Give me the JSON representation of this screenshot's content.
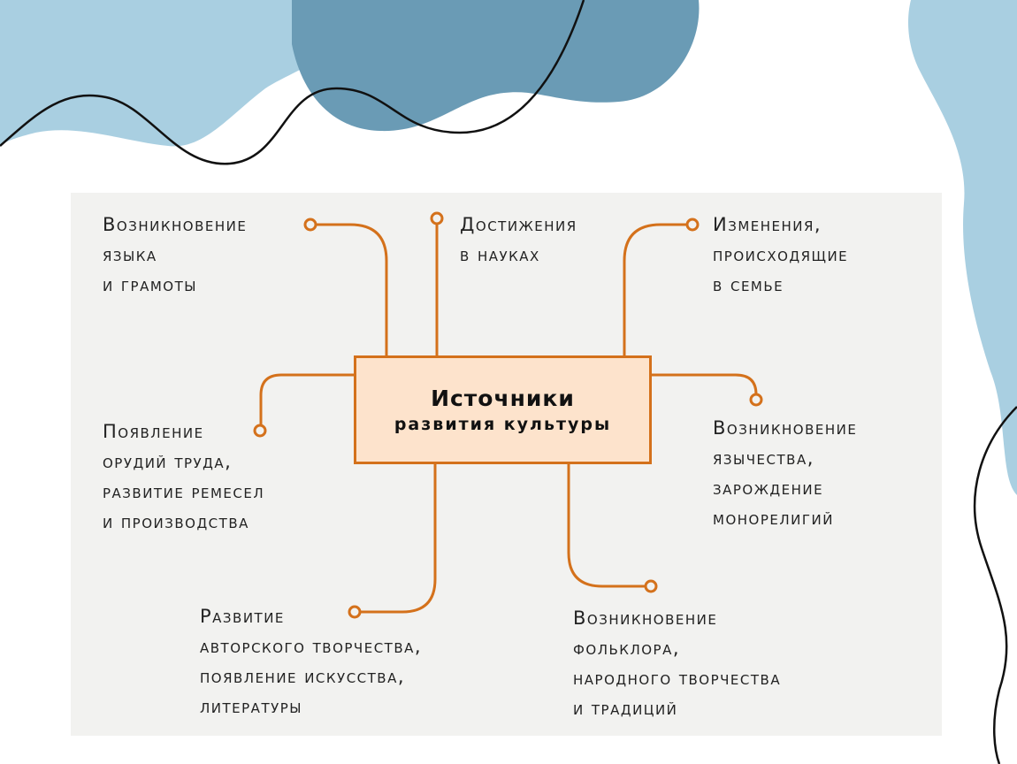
{
  "center": {
    "line1": "Источники",
    "line2": "развития культуры"
  },
  "nodes": [
    {
      "lines": [
        "Возникновение",
        "языка",
        "и грамоты"
      ]
    },
    {
      "lines": [
        "Достижения",
        "в науках"
      ]
    },
    {
      "lines": [
        "Изменения,",
        "происходящие",
        "в семье"
      ]
    },
    {
      "lines": [
        "Появление",
        "орудий труда,",
        "развитие ремесел",
        "и производства"
      ]
    },
    {
      "lines": [
        "Возникновение",
        "язычества,",
        "зарождение",
        "монорелигий"
      ]
    },
    {
      "lines": [
        "Развитие",
        "авторского творчества,",
        "появление искусства,",
        "литературы"
      ]
    },
    {
      "lines": [
        "Возникновение",
        "фольклора,",
        "народного творчества",
        "и традиций"
      ]
    }
  ],
  "colors": {
    "accent": "#d4711b",
    "box_fill": "#fde3cc",
    "light_blue": "#a9cfe1",
    "dark_blue": "#6a9bb5",
    "panel": "#f2f2f0"
  }
}
